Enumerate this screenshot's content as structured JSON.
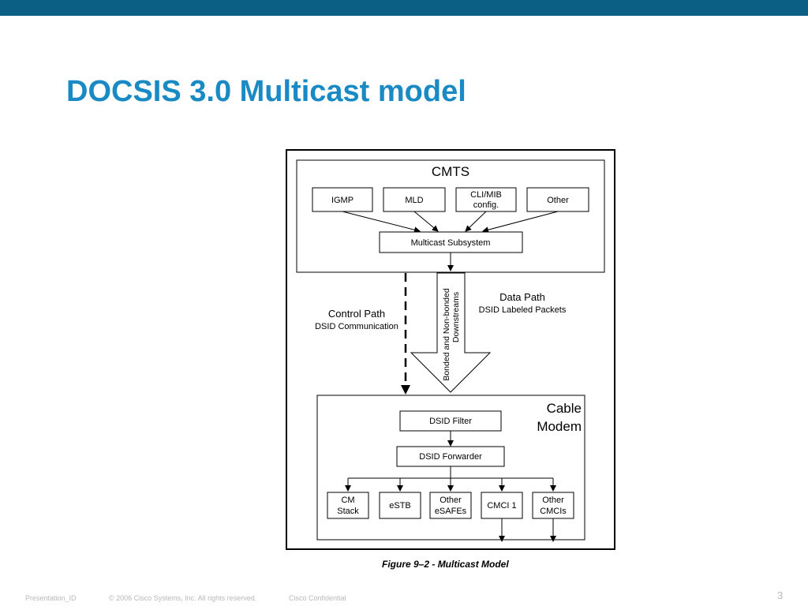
{
  "slide": {
    "title": "DOCSIS 3.0 Multicast model",
    "colors": {
      "top_bar": "#0b5e84",
      "title": "#1a8ac4",
      "footer_text": "#b8b8b8"
    }
  },
  "diagram": {
    "cmts": {
      "label": "CMTS",
      "inputs": [
        {
          "line1": "IGMP",
          "line2": ""
        },
        {
          "line1": "MLD",
          "line2": ""
        },
        {
          "line1": "CLI/MIB",
          "line2": "config."
        },
        {
          "line1": "Other",
          "line2": ""
        }
      ],
      "subsystem": "Multicast Subsystem"
    },
    "control_path": {
      "title": "Control Path",
      "subtitle": "DSID Communication"
    },
    "data_path": {
      "title": "Data Path",
      "subtitle": "DSID Labeled Packets"
    },
    "downstreams": {
      "line1": "Bonded and Non-bonded",
      "line2": "Downstreams"
    },
    "cable_modem": {
      "label_line1": "Cable",
      "label_line2": "Modem",
      "filter": "DSID Filter",
      "forwarder": "DSID Forwarder",
      "outputs": [
        {
          "line1": "CM",
          "line2": "Stack"
        },
        {
          "line1": "eSTB",
          "line2": ""
        },
        {
          "line1": "Other",
          "line2": "eSAFEs"
        },
        {
          "line1": "CMCI 1",
          "line2": ""
        },
        {
          "line1": "Other",
          "line2": "CMCIs"
        }
      ]
    },
    "caption": "Figure 9–2 - Multicast Model"
  },
  "footer": {
    "presentation_id": "Presentation_ID",
    "copyright": "© 2006 Cisco Systems, Inc. All rights reserved.",
    "confidential": "Cisco Confidential",
    "page_number": "3"
  }
}
